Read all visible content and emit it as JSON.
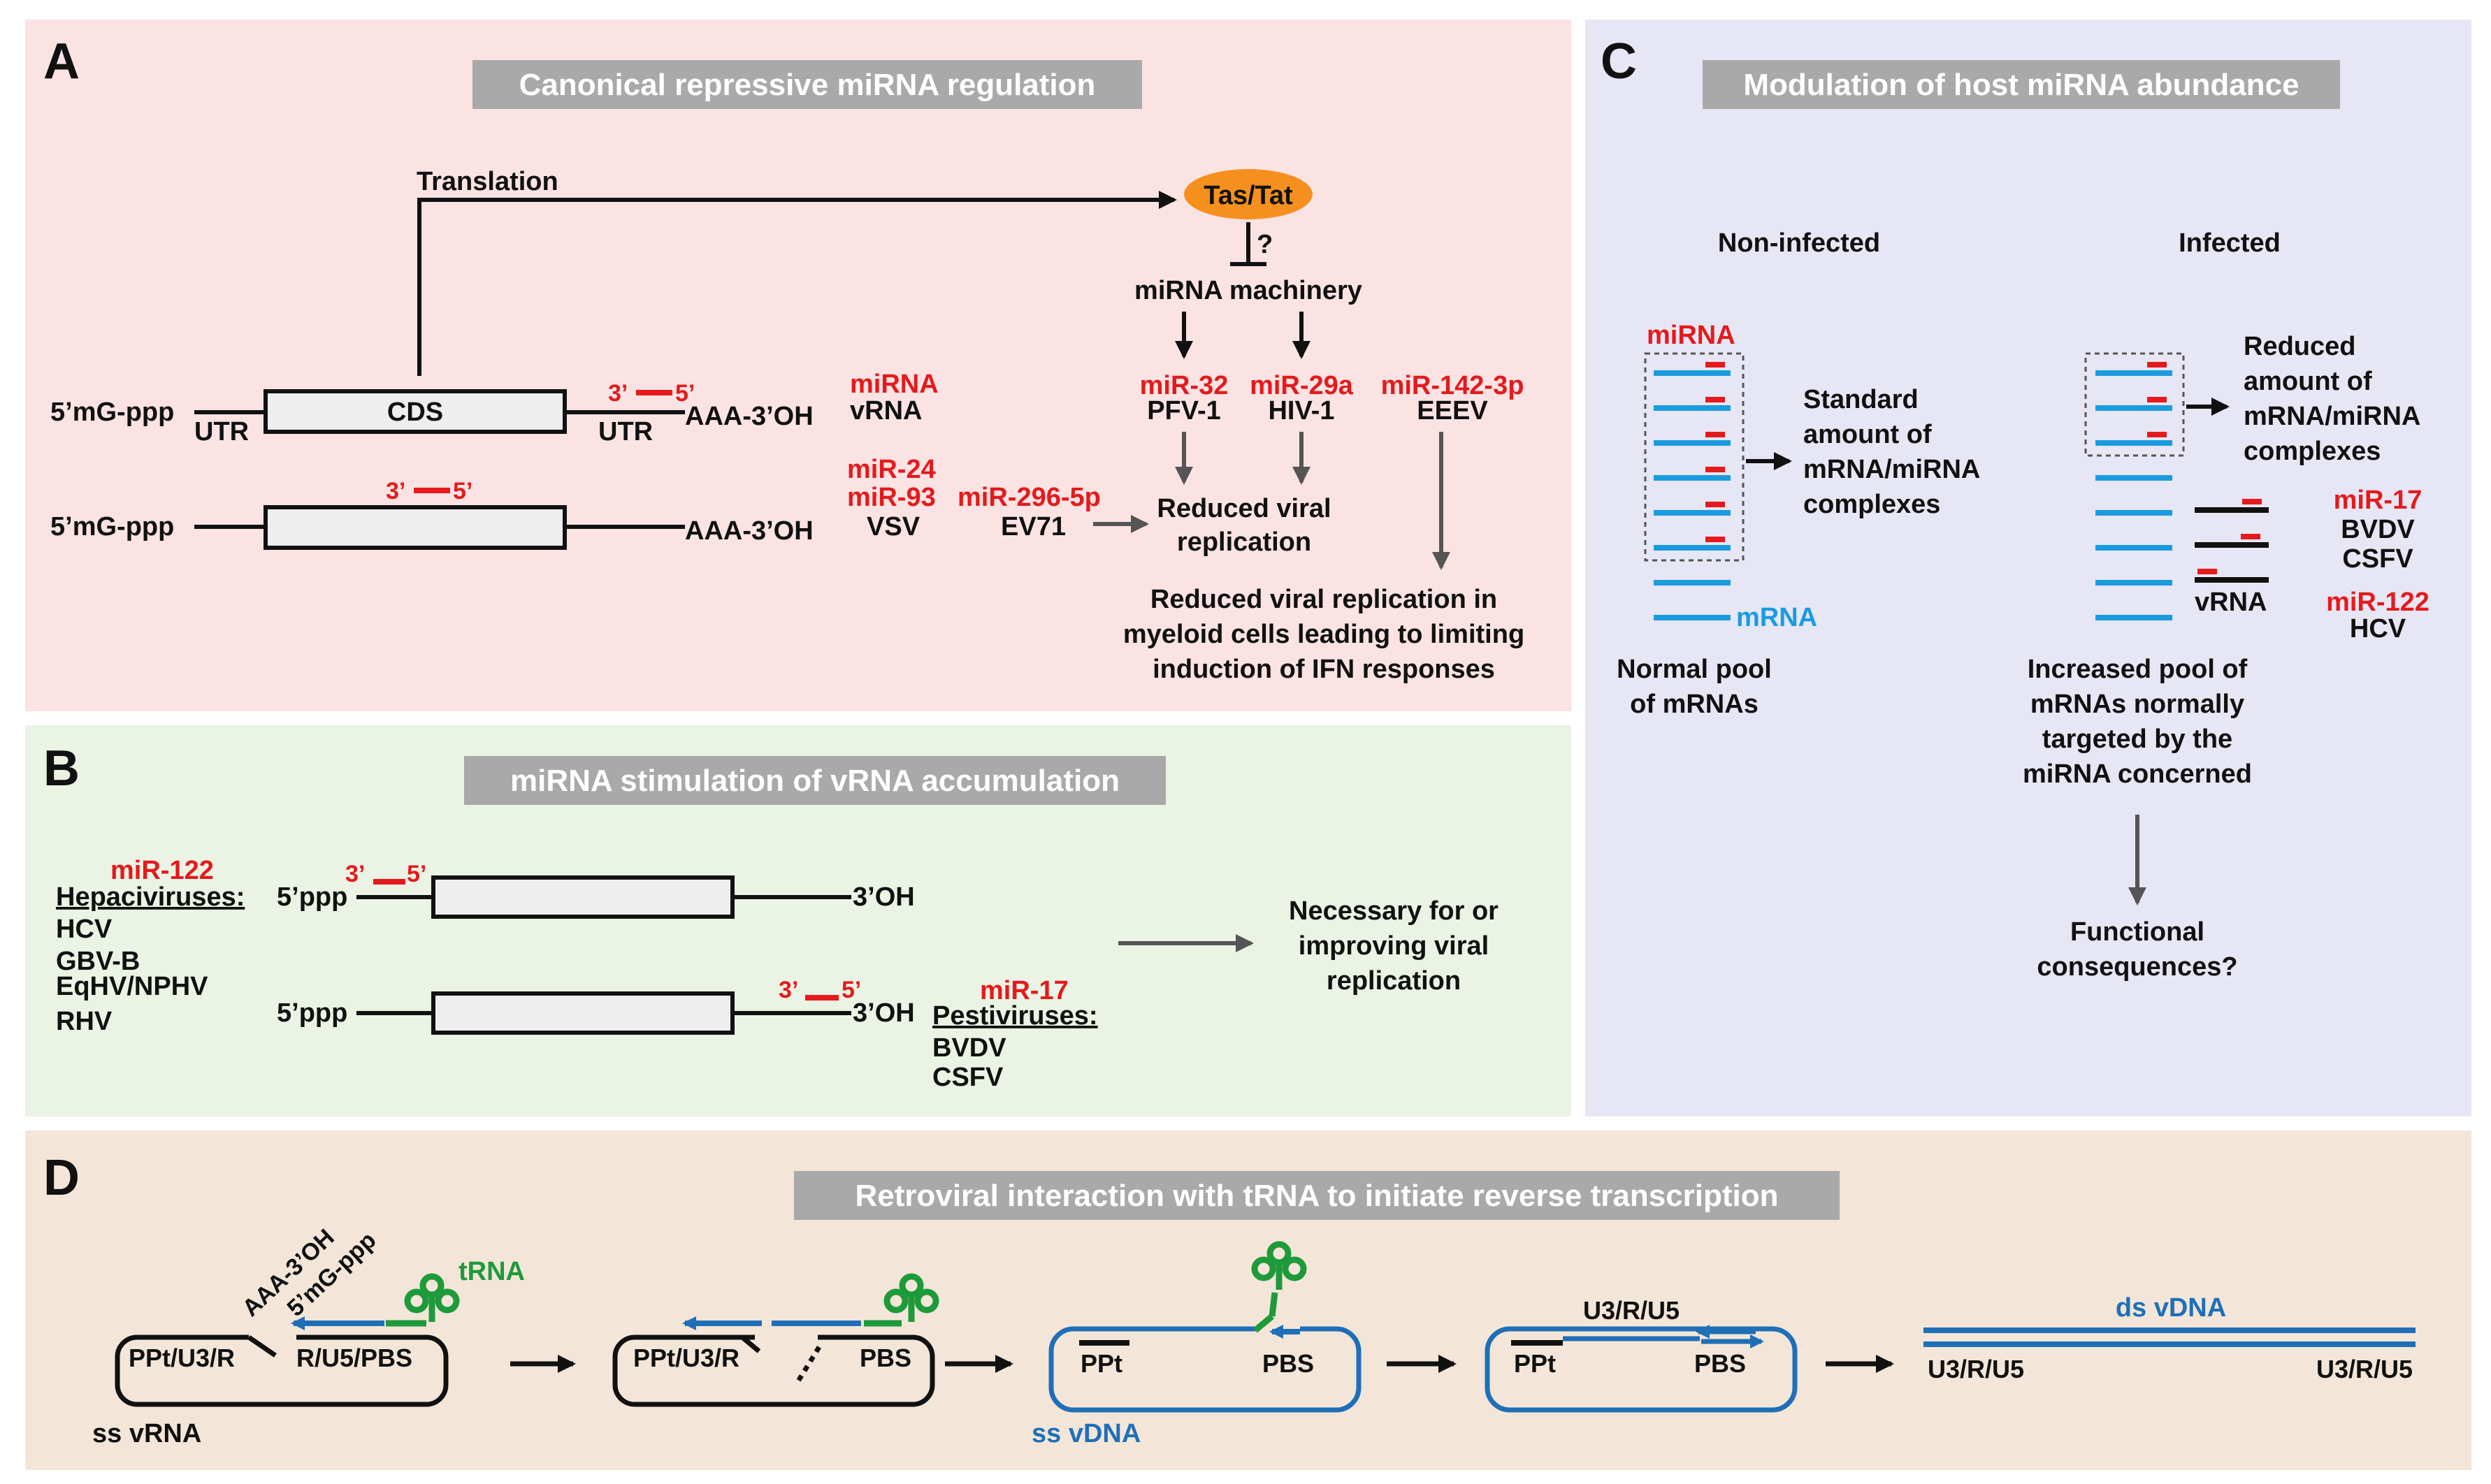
{
  "colors": {
    "panel_a_bg": "#fbe3e3",
    "panel_b_bg": "#eaf3e4",
    "panel_c_bg": "#e6e6f4",
    "panel_d_bg": "#f3e6d8",
    "title_box": "#a9a9a9",
    "mirna_red": "#e41a1c",
    "mrna_blue": "#1a9be0",
    "vdna_blue": "#1f6fb8",
    "trna_green": "#1e9a3a",
    "tas_tat_orange": "#f5901e"
  },
  "panel_a": {
    "letter": "A",
    "title": "Canonical repressive miRNA regulation",
    "translation": "Translation",
    "tas_tat": "Tas/Tat",
    "question": "?",
    "mirna_machinery": "miRNA machinery",
    "five_cap": "5’mG-ppp",
    "five_cap_2": "5’mG-ppp",
    "utr_left": "UTR",
    "cds": "CDS",
    "utr_right": "UTR",
    "three_end": "AAA-3’OH",
    "three_end_2": "AAA-3’OH",
    "site_3": "3’",
    "site_5": "5’",
    "site2_3": "3’",
    "site2_5": "5’",
    "mirna_label": "miRNA",
    "vrna_label": "vRNA",
    "mir24": "miR-24",
    "mir93": "miR-93",
    "vsv": "VSV",
    "mir296": "miR-296-5p",
    "ev71": "EV71",
    "mir32": "miR-32",
    "pfv1": "PFV-1",
    "mir29a": "miR-29a",
    "hiv1": "HIV-1",
    "mir142": "miR-142-3p",
    "eeev": "EEEV",
    "reduced_1": "Reduced viral",
    "reduced_2": "replication",
    "myeloid_1": "Reduced viral replication in",
    "myeloid_2": "myeloid cells leading to limiting",
    "myeloid_3": "induction of IFN responses"
  },
  "panel_b": {
    "letter": "B",
    "title": "miRNA stimulation of vRNA accumulation",
    "mir122": "miR-122",
    "hepaci": "Hepaciviruses:",
    "hcv": "HCV",
    "gbvb": "GBV-B",
    "eqhv": "EqHV/NPHV",
    "rhv": "RHV",
    "five_ppp": "5’ppp",
    "five_ppp_2": "5’ppp",
    "site_3": "3’",
    "site_5": "5’",
    "site2_3": "3’",
    "site2_5": "5’",
    "three_oh": "3’OH",
    "three_oh_2": "3’OH",
    "mir17": "miR-17",
    "pesti": "Pestiviruses:",
    "bvdv": "BVDV",
    "csfv": "CSFV",
    "necessary_1": "Necessary for or",
    "necessary_2": "improving viral",
    "necessary_3": "replication"
  },
  "panel_c": {
    "letter": "C",
    "title": "Modulation of host miRNA abundance",
    "non_infected": "Non-infected",
    "infected": "Infected",
    "mirna": "miRNA",
    "mrna": "mRNA",
    "standard_1": "Standard",
    "standard_2": "amount of",
    "standard_3": "mRNA/miRNA",
    "standard_4": "complexes",
    "reduced_1": "Reduced",
    "reduced_2": "amount of",
    "reduced_3": "mRNA/miRNA",
    "reduced_4": "complexes",
    "normal_1": "Normal pool",
    "normal_2": "of mRNAs",
    "mir17": "miR-17",
    "bvdv": "BVDV",
    "csfv": "CSFV",
    "vrna": "vRNA",
    "mir122": "miR-122",
    "hcv": "HCV",
    "increased_1": "Increased pool of",
    "increased_2": "mRNAs normally",
    "increased_3": "targeted by the",
    "increased_4": "miRNA concerned",
    "functional_1": "Functional",
    "functional_2": "consequences?"
  },
  "panel_d": {
    "letter": "D",
    "title": "Retroviral interaction with tRNA to initiate reverse transcription",
    "aaa": "AAA-3’OH",
    "cap": "5’mG-ppp",
    "trna": "tRNA",
    "ppt_u3r": "PPt/U3/R",
    "r_u5_pbs": "R/U5/PBS",
    "ss_vrna": "ss vRNA",
    "ppt_u3r_2": "PPt/U3/R",
    "pbs_2": "PBS",
    "ppt_3": "PPt",
    "pbs_3": "PBS",
    "ss_vdna": "ss vDNA",
    "u3ru5_top": "U3/R/U5",
    "ppt_4": "PPt",
    "pbs_4": "PBS",
    "ds_vdna": "ds vDNA",
    "u3ru5_left": "U3/R/U5",
    "u3ru5_right": "U3/R/U5"
  }
}
